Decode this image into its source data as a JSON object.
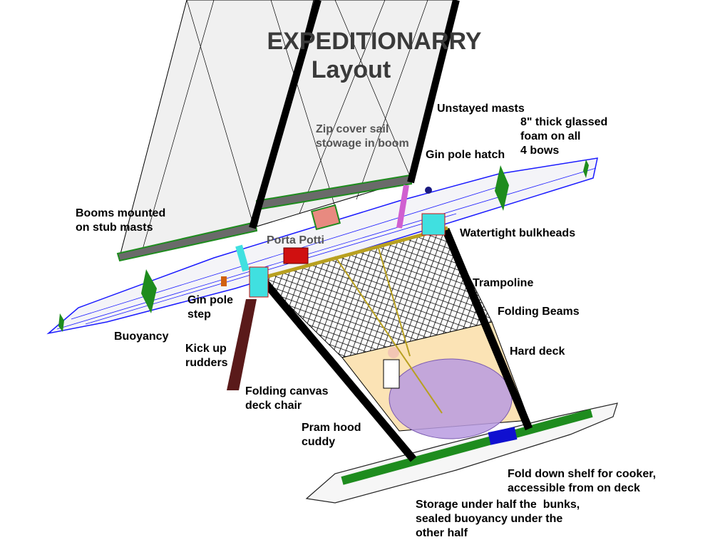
{
  "title": {
    "line1": "EXPEDITIONARRY",
    "line2": "Layout"
  },
  "labels": {
    "unstayed_masts": "Unstayed masts",
    "glassed_foam": "8\" thick glassed\nfoam on all\n4 bows",
    "zip_cover": "Zip cover sail\nstowage in boom",
    "gin_pole_hatch": "Gin pole hatch",
    "booms_mounted": "Booms mounted\non stub masts",
    "porta_potti": "Porta Potti",
    "watertight_bulkheads": "Watertight bulkheads",
    "trampoline": "Trampoline",
    "folding_beams": "Folding Beams",
    "gin_pole_step": "Gin pole\nstep",
    "buoyancy": "Buoyancy",
    "hard_deck": "Hard deck",
    "kick_up_rudders": "Kick up\nrudders",
    "deck_chair": "Folding canvas\ndeck chair",
    "pram_hood": "Pram hood\ncuddy",
    "fold_down_shelf": "Fold down shelf for cooker,\naccessible from on deck",
    "storage": "Storage under half the  bunks,\nsealed buoyancy under the\nother half"
  },
  "colors": {
    "mast": "#000000",
    "sail": "#f0f0f0",
    "hull_outline": "#1a1aff",
    "buoyancy": "#1e8c1e",
    "deck": "#fbe3b5",
    "hood": "#b99be0",
    "rudder": "#5a1a1a"
  }
}
